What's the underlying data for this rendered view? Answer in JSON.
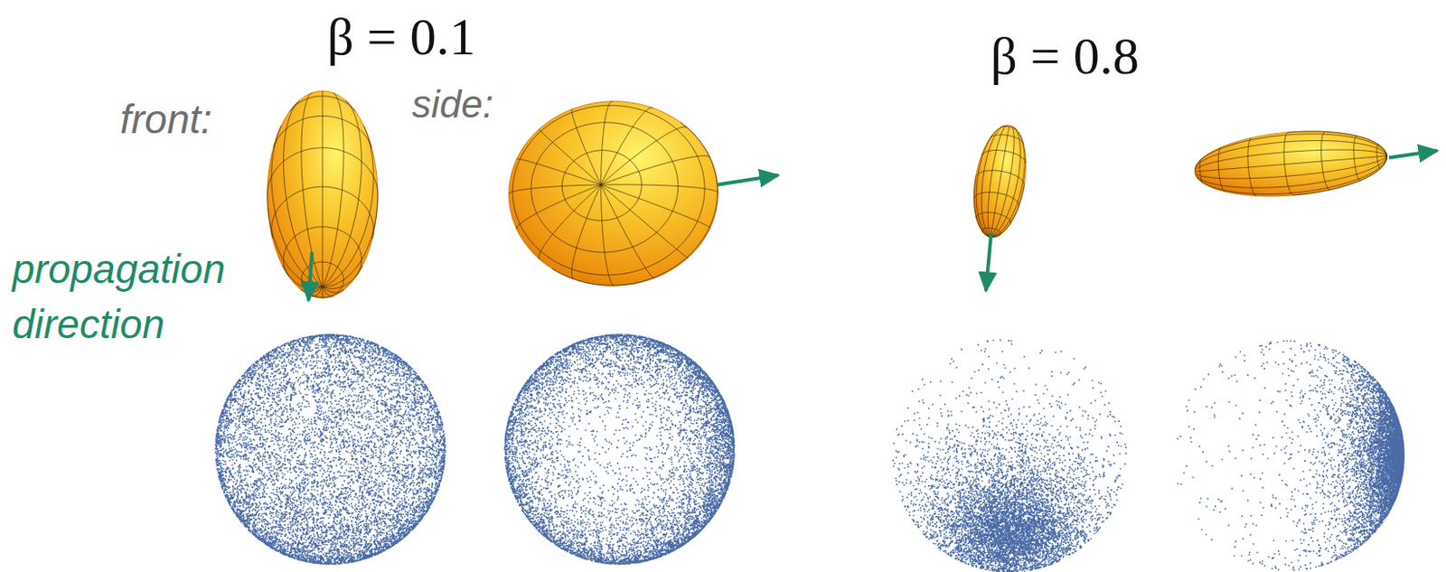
{
  "diagram": {
    "labels": [
      "β = 0.1",
      "front:",
      "side:",
      "propagation direction",
      "β = 0.8"
    ]
  }
}
